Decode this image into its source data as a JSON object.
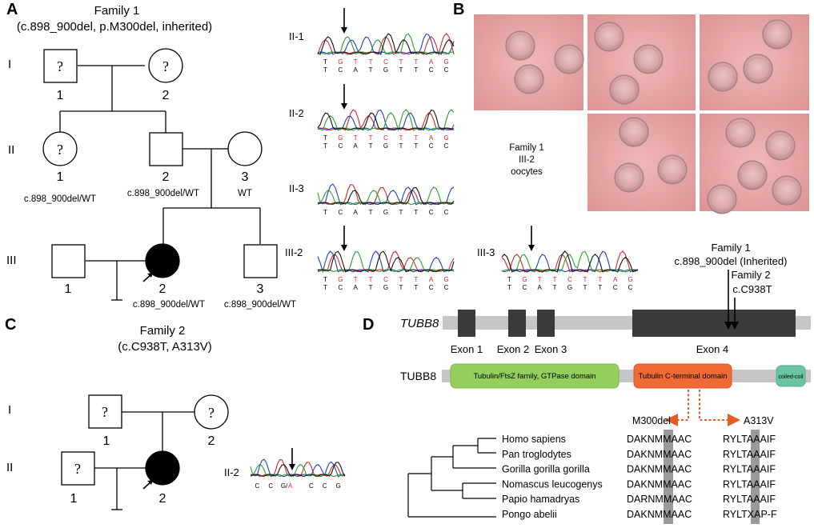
{
  "panels": {
    "a": "A",
    "b": "B",
    "c": "C",
    "d": "D"
  },
  "family1": {
    "title": "Family 1",
    "subtitle": "(c.898_900del, p.M300del, inherited)",
    "generations": [
      "I",
      "II",
      "III"
    ],
    "unknown_mark": "?",
    "gen1": {
      "n1": "1",
      "n2": "2"
    },
    "gen2": {
      "n1": "1",
      "n2": "2",
      "n3": "3",
      "g1": "c.898_900del/WT",
      "g2": "c.898_900del/WT",
      "g3": "WT"
    },
    "gen3": {
      "n1": "1",
      "n2": "2",
      "n3": "3",
      "g2": "c.898_900del/WT",
      "g3": "c.898_900del/WT"
    }
  },
  "chromatograms": [
    {
      "label": "II-1",
      "top": [
        "T",
        "G",
        "T",
        "T",
        "C",
        "T",
        "T",
        "A",
        "G"
      ],
      "bottom": [
        "T",
        "C",
        "A",
        "T",
        "G",
        "T",
        "T",
        "C",
        "C"
      ]
    },
    {
      "label": "II-2",
      "top": [
        "T",
        "G",
        "T",
        "T",
        "C",
        "T",
        "T",
        "A",
        "G"
      ],
      "bottom": [
        "T",
        "C",
        "A",
        "T",
        "G",
        "T",
        "T",
        "C",
        "C"
      ]
    },
    {
      "label": "II-3",
      "top": [],
      "bottom": [
        "T",
        "C",
        "A",
        "T",
        "G",
        "T",
        "T",
        "C",
        "C"
      ]
    },
    {
      "label": "III-2",
      "top": [
        "T",
        "G",
        "T",
        "T",
        "C",
        "T",
        "T",
        "A",
        "G"
      ],
      "bottom": [
        "T",
        "C",
        "A",
        "T",
        "G",
        "T",
        "T",
        "C",
        "C"
      ]
    },
    {
      "label": "III-3",
      "top": [
        "T",
        "G",
        "T",
        "T",
        "C",
        "T",
        "T",
        "A",
        "G"
      ],
      "bottom": [
        "T",
        "C",
        "A",
        "T",
        "G",
        "T",
        "T",
        "C",
        "C"
      ]
    }
  ],
  "oocytes": {
    "line1": "Family 1",
    "line2": "III-2",
    "line3": "oocytes"
  },
  "family2": {
    "title": "Family 2",
    "subtitle": "(c.C938T, A313V)",
    "generations": [
      "I",
      "II"
    ],
    "gen1": {
      "n1": "1",
      "n2": "2"
    },
    "gen2": {
      "n1": "1",
      "n2": "2"
    },
    "chrom_label": "II-2",
    "chrom_bases": [
      "C",
      "C",
      "G/",
      "A",
      "C",
      "C",
      "G"
    ]
  },
  "gene": {
    "name": "TUBB8",
    "exons": [
      "Exon 1",
      "Exon 2",
      "Exon 3",
      "Exon 4"
    ],
    "fam1_line1": "Family 1",
    "fam1_line2": "c.898_900del (Inherited)",
    "fam2_line1": "Family 2",
    "fam2_line2": "c.C938T"
  },
  "protein": {
    "name": "TUBB8",
    "domain1": "Tubulin/FtsZ family, GTPase domain",
    "domain2": "Tubulin C-terminal domain",
    "domain3": "coiled-coil",
    "mut1": "M300del",
    "mut2": "A313V"
  },
  "alignment": {
    "species": [
      "Homo sapiens",
      "Pan troglodytes",
      "Gorilla gorilla gorilla",
      "Nomascus leucogenys",
      "Papio hamadryas",
      "Pongo abelii"
    ],
    "seq1": [
      "DAKNMMAAC",
      "DAKNMMAAC",
      "DAKNMMAAC",
      "DAKNMMAAC",
      "DARNMMAAC",
      "DAKNMMAAC"
    ],
    "seq2": [
      "RYLTAAAIF",
      "RYLTAAAIF",
      "RYLTAAAIF",
      "RYLTAAAIF",
      "RYLTAAAIF",
      "RYLTXAP-F"
    ]
  },
  "colors": {
    "domain1": "#93cf5a",
    "domain2": "#ef6a35",
    "domain3": "#6cc3a0",
    "gene_bar": "#c6c6c6",
    "exon": "#3a3a3a",
    "oocyte_bg": "#e8a8a8"
  }
}
